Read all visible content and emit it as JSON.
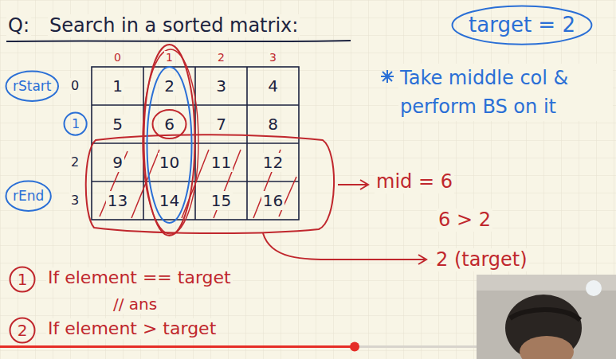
{
  "diagram": {
    "nodes": [
      {
        "text": [
          "target = 2"
        ]
      },
      {
        "text": [
          "rStart"
        ]
      },
      {
        "text": [
          "1"
        ]
      },
      {
        "text": [
          "rEnd"
        ]
      },
      {
        "text": [
          "1"
        ]
      },
      {
        "text": [
          "2"
        ]
      }
    ],
    "labels": [
      "Q:",
      "Search in a sorted matrix:",
      "0",
      "1",
      "2",
      "3",
      "0",
      "2",
      "3",
      "1",
      "2",
      "3",
      "4",
      "5",
      "6",
      "7",
      "8",
      "9",
      "10",
      "11",
      "12",
      "13",
      "14",
      "15",
      "16",
      "Take middle col & perform BS on it",
      "mid = 6",
      "6 > 2",
      "2 (target)",
      "If element == target",
      "// ans",
      "If element > target"
    ]
  }
}
